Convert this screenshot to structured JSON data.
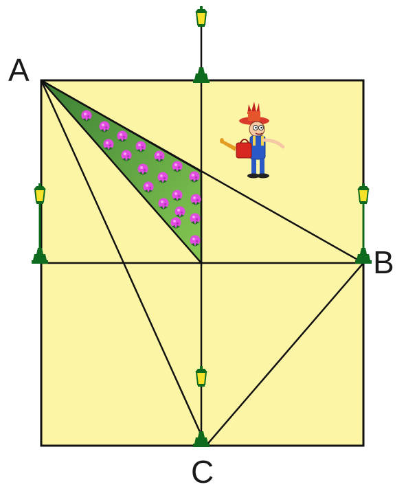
{
  "points": {
    "a": "A",
    "b": "B",
    "c": "C"
  },
  "colors": {
    "garden": "#fdf5a6",
    "outline": "#111111",
    "flower_bed": "#3f8f3a",
    "flower_bed_light": "#7cc24d",
    "flower": "#e04be0",
    "lamp_post": "#0e6b1e",
    "lamp_light": "#f7e22a"
  },
  "icons": {
    "lamp": "street-lamp-icon",
    "gardener": "gardener-watering-can-icon",
    "flower": "flower-icon"
  }
}
